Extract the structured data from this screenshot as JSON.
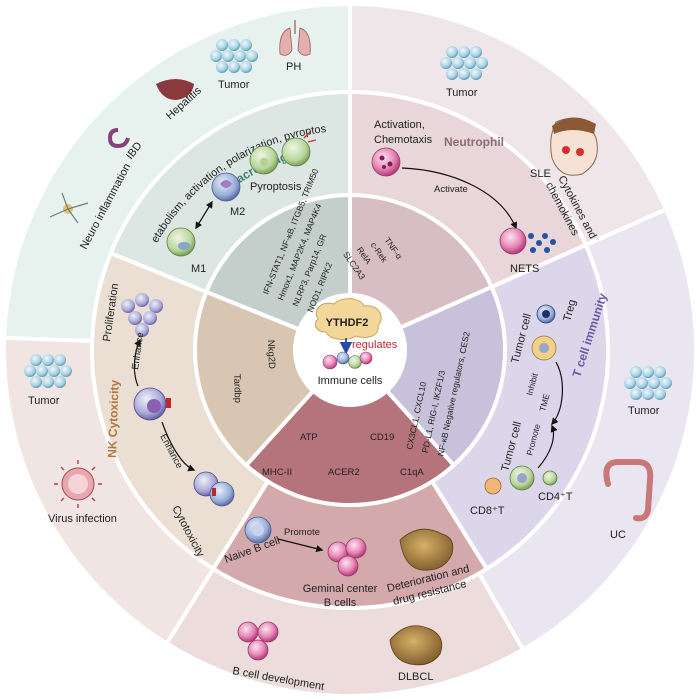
{
  "center": {
    "gene": "YTHDF2",
    "verb": "regulates",
    "target": "Immune cells"
  },
  "sections": {
    "macrophage": {
      "title": "Macrophage",
      "process": "Metabolism, activation, polarization, pyroptosis",
      "m1": "M1",
      "m2": "M2",
      "pyroptosis": "Pyroptosis",
      "targets": [
        "IFN-STAT1, NF-κB, ITGB5, TRIM50",
        "Hmox1, MAP2K4, MAP4K4",
        "NLRP3, Parp14, GR",
        "NOD1, RIPK2"
      ],
      "diseases": [
        "Neuro inflammation",
        "IBD",
        "Hepatitis",
        "Tumor",
        "PH"
      ]
    },
    "neutrophil": {
      "title": "Neutrophil",
      "activation": [
        "Activation,",
        "Chemotaxis"
      ],
      "activate": "Activate",
      "cytokines": [
        "Cytokines and",
        "chemokines"
      ],
      "nets": "NETS",
      "targets": [
        "TNF-α",
        "c-Rek",
        "RelA",
        "SLC2A3"
      ],
      "diseases": [
        "Tumor",
        "SLE"
      ]
    },
    "tcell": {
      "title": "T cell immunity",
      "treg": "Treg",
      "tumor_cell_1": "Tumor cell",
      "inhibit": "Inhibit",
      "tme": "TME",
      "promote": "Promote",
      "tumor_cell_2": "Tumor cell",
      "cd4": "CD4⁺T",
      "cd8": "CD8⁺T",
      "targets": [
        "CX3CL1, CXCL10",
        "PD-L1, RIG-I, IKZF1/3",
        "NF-κB Negative regulators, CES2"
      ],
      "diseases": [
        "Tumor",
        "UC"
      ]
    },
    "bcell": {
      "naive": "Naive B cell",
      "promote": "Promote",
      "geminal": [
        "Geminal center",
        "B cells"
      ],
      "deterioration": [
        "Deterioration and",
        "drug resistance"
      ],
      "targets": [
        "ATP",
        "CD19",
        "MHC-II",
        "ACER2",
        "C1qA"
      ],
      "diseases": [
        "B cell development",
        "DLBCL"
      ]
    },
    "nk": {
      "title": "NK Cytoxicity",
      "proliferation": "Proliferation",
      "enhance_1": "Enhance",
      "enhance_2": "Enhance",
      "cytotoxicity": "Cytotoxicity",
      "targets": [
        "Nkg2D",
        "Tardbp"
      ],
      "diseases": [
        "Tumor",
        "Virus infection"
      ]
    }
  },
  "colors": {
    "macrophage_inner": "#c4cfcc",
    "macrophage_mid": "#dce6e2",
    "macrophage_outer": "#e7f1ee",
    "neutrophil_inner": "#d6bec4",
    "neutrophil_mid": "#e8d6da",
    "neutrophil_outer": "#efe6ea",
    "tcell_inner": "#c8c1db",
    "tcell_mid": "#dcd6ea",
    "tcell_outer": "#e9e6f1",
    "bcell_inner": "#b5737b",
    "bcell_mid": "#d4a9ac",
    "bcell_outer": "#eddcdc",
    "nk_inner": "#d8c6b2",
    "nk_mid": "#eadfd2",
    "nk_outer": "#f1e5e3",
    "macrophage_title": "#3f7f73",
    "neutrophil_title": "#8f6b76",
    "tcell_title": "#6c5aa2",
    "nk_title": "#b0763f"
  }
}
